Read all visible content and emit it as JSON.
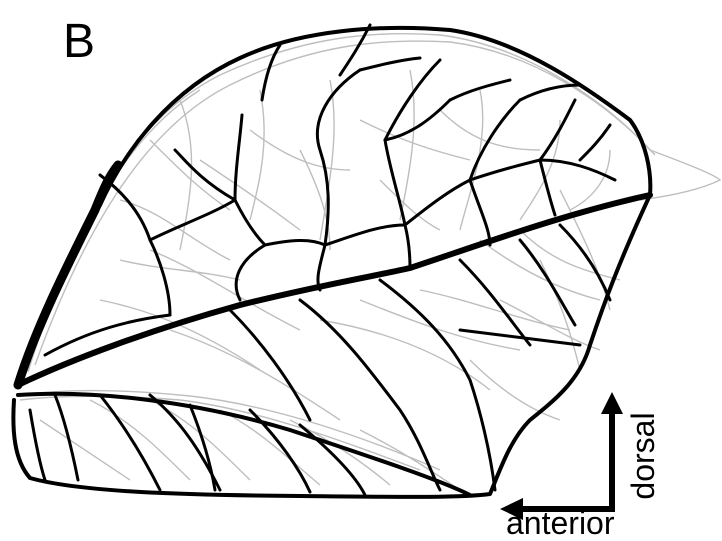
{
  "panel_label": "B",
  "axis_labels": {
    "horizontal": "anterior",
    "vertical": "dorsal"
  },
  "colors": {
    "primary_veins": "#000000",
    "individual_veins": "#8a8a8a",
    "background": "#ffffff"
  }
}
